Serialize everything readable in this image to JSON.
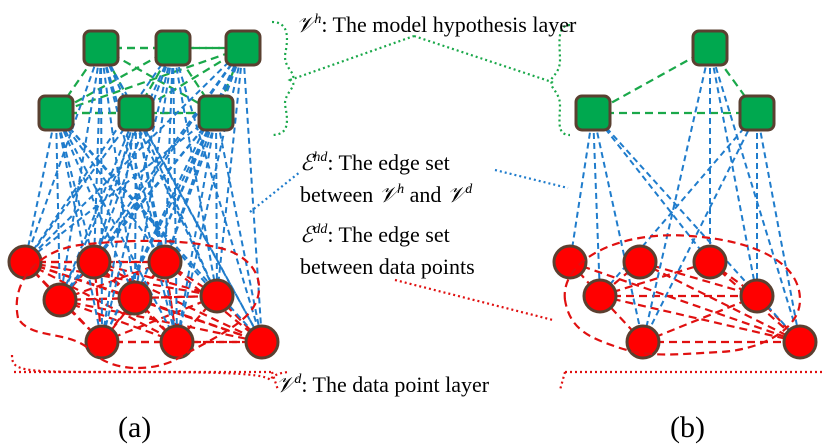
{
  "labels": {
    "hypothesis_prefix": "𝒱",
    "hypothesis_sup": "h",
    "hypothesis_text": ": The model hypothesis layer",
    "edge_hd_prefix": "ℰ",
    "edge_hd_sup": "hd",
    "edge_hd_text": ": The edge set",
    "edge_hd_line2_a": "between ",
    "edge_hd_v1": "𝒱",
    "edge_hd_v1_sup": "h",
    "edge_hd_and": " and ",
    "edge_hd_v2": "𝒱",
    "edge_hd_v2_sup": "d",
    "edge_dd_prefix": "ℰ",
    "edge_dd_sup": "dd",
    "edge_dd_text": ": The edge set",
    "edge_dd_line2": "between data points",
    "datapoint_prefix": "𝒱",
    "datapoint_sup": "d",
    "datapoint_text": ": The data point layer",
    "panel_a": "(a)",
    "panel_b": "(b)"
  },
  "colors": {
    "model_node_fill": "#00a84f",
    "model_node_border": "#5a4030",
    "data_node_fill": "#ff0000",
    "data_node_border": "#5a4030",
    "hd_edge": "#1f7ccc",
    "hh_edge": "#1aa84a",
    "dd_edge": "#e01010",
    "annotation_green": "#1aa84a",
    "annotation_blue": "#1f7ccc",
    "annotation_red": "#e01010"
  }
}
